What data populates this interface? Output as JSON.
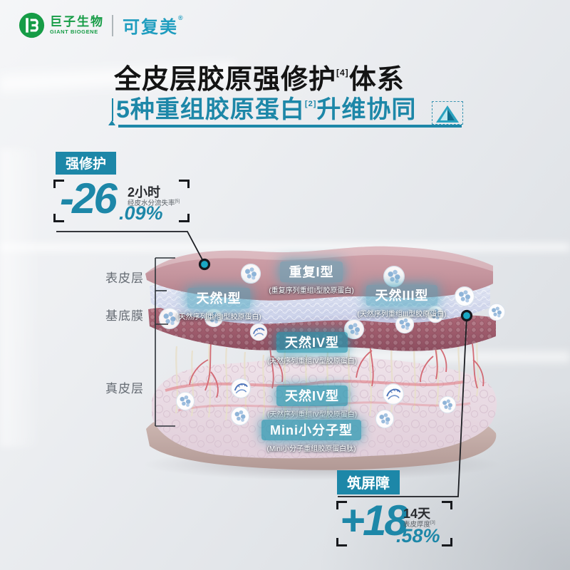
{
  "brand": {
    "company_cn": "巨子生物",
    "company_en": "GIANT BIOGENE",
    "product": "可复美",
    "registered": "®"
  },
  "header": {
    "title": "全皮层胶原强修护",
    "title_sup": "[4]",
    "title_tail": "体系",
    "subtitle": "5种重组胶原蛋白",
    "subtitle_sup": "[2]",
    "subtitle_tail": "升维协同"
  },
  "stat_repair": {
    "badge": "强修护",
    "value": "-26",
    "decimal": ".09%",
    "duration": "2小时",
    "metric": "经皮水分流失率",
    "metric_sup": "[5]"
  },
  "stat_barrier": {
    "badge": "筑屏障",
    "value": "+18",
    "decimal": ".58%",
    "duration": "14天",
    "metric": "表皮厚度",
    "metric_sup": "[3]"
  },
  "skin_layers": [
    "表皮层",
    "基底膜",
    "真皮层"
  ],
  "collagen_labels": [
    {
      "name": "重复I型",
      "desc": "(重复序列重组I型胶原蛋白)"
    },
    {
      "name": "天然I型",
      "desc": "(天然序列重组I型胶原蛋白)"
    },
    {
      "name": "天然III型",
      "desc": "(天然序列重组III型胶原蛋白)"
    },
    {
      "name": "天然IV型",
      "desc": "(天然序列重组IV型胶原蛋白)"
    },
    {
      "name": "天然IV型",
      "desc": "(天然序列重组IV型胶原蛋白)"
    },
    {
      "name": "Mini小分子型",
      "desc": "(Mini小分子重组胶原蛋白肽)"
    }
  ],
  "colors": {
    "accent_teal": "#1d87a8",
    "brand_green": "#169c46",
    "product_cyan": "#1f9dbf",
    "title_ink": "#141414",
    "dot_teal": "#1aa7c3"
  }
}
